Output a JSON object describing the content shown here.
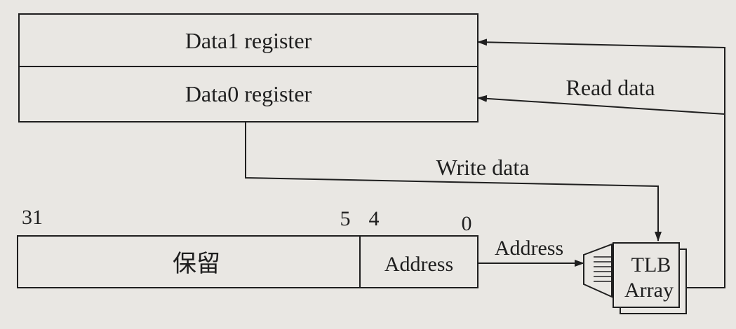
{
  "registers": {
    "data1": "Data1 register",
    "data0": "Data0 register"
  },
  "signals": {
    "read_data": "Read data",
    "write_data": "Write data",
    "address": "Address"
  },
  "format": {
    "bit_31": "31",
    "bit_5": "5",
    "bit_4": "4",
    "bit_0": "0",
    "reserved": "保留",
    "address_field": "Address"
  },
  "tlb": {
    "line1": "TLB",
    "line2": "Array"
  }
}
